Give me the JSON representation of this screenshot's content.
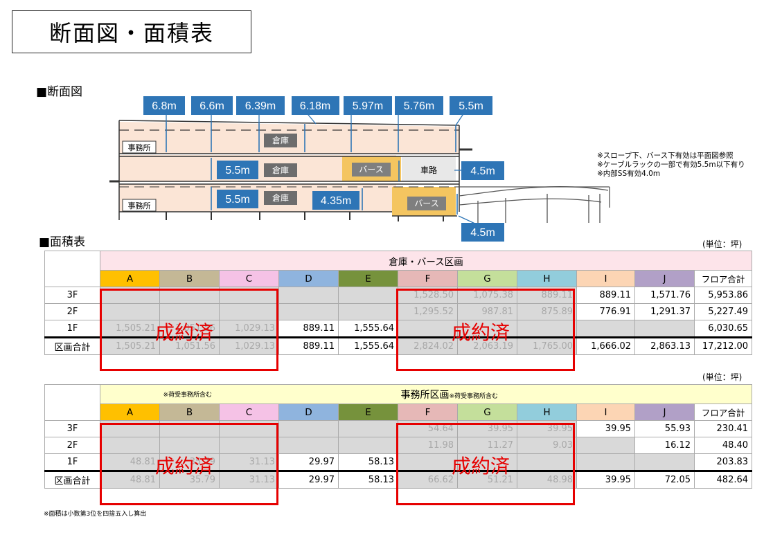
{
  "title": "断面図・面積表",
  "section_cross": "■断面図",
  "section_area": "■面積表",
  "diagram": {
    "heights_top": [
      "6.8m",
      "6.6m",
      "6.39m",
      "6.18m",
      "5.97m",
      "5.76m",
      "5.5m"
    ],
    "mid_2f": "5.5m",
    "mid_1f": "5.5m",
    "berth_1f": "4.35m",
    "road_right": "4.5m",
    "bottom_right": "4.5m",
    "office": "事務所",
    "warehouse": "倉庫",
    "berth": "バース",
    "road": "車路",
    "notes": [
      "※スロープ下、バース下有効は平面図参照",
      "※ケーブルラックの一部で有効5.5m以下有り",
      "※内部SS有効4.0m"
    ]
  },
  "unit": "(単位：坪)",
  "columns": [
    "A",
    "B",
    "C",
    "D",
    "E",
    "F",
    "G",
    "H",
    "I",
    "J",
    "フロア合計"
  ],
  "contracted": "成約済",
  "table1": {
    "section": "倉庫・バース区画",
    "rows": [
      {
        "label": "3F",
        "cells": [
          "",
          "",
          "",
          "",
          "",
          "1,528.50",
          "1,075.38",
          "889.11",
          "889.11",
          "1,571.76",
          "5,953.86"
        ]
      },
      {
        "label": "2F",
        "cells": [
          "",
          "",
          "",
          "",
          "",
          "1,295.52",
          "987.81",
          "875.89",
          "776.91",
          "1,291.37",
          "5,227.49"
        ]
      },
      {
        "label": "1F",
        "cells": [
          "1,505.21",
          "1,051.56",
          "1,029.13",
          "889.11",
          "1,555.64",
          "",
          "",
          "",
          "",
          "",
          "6,030.65"
        ]
      },
      {
        "label": "区画合計",
        "cells": [
          "1,505.21",
          "1,051.56",
          "1,029.13",
          "889.11",
          "1,555.64",
          "2,824.02",
          "2,063.19",
          "1,765.00",
          "1,666.02",
          "2,863.13",
          "17,212.00"
        ]
      }
    ]
  },
  "table2": {
    "section": "事務所区画",
    "sub_note": "※荷受事務所含む",
    "rows": [
      {
        "label": "3F",
        "cells": [
          "",
          "",
          "",
          "",
          "",
          "54.64",
          "39.95",
          "39.95",
          "39.95",
          "55.93",
          "230.41"
        ]
      },
      {
        "label": "2F",
        "cells": [
          "",
          "",
          "",
          "",
          "",
          "11.98",
          "11.27",
          "9.03",
          "",
          "16.12",
          "48.40"
        ]
      },
      {
        "label": "1F",
        "cells": [
          "48.81",
          "35.79",
          "31.13",
          "29.97",
          "58.13",
          "",
          "",
          "",
          "",
          "",
          "203.83"
        ]
      },
      {
        "label": "区画合計",
        "cells": [
          "48.81",
          "35.79",
          "31.13",
          "29.97",
          "58.13",
          "66.62",
          "51.21",
          "48.98",
          "39.95",
          "72.05",
          "482.64"
        ]
      }
    ]
  },
  "footnote": "※面積は小数第3位を四捨五入し算出"
}
